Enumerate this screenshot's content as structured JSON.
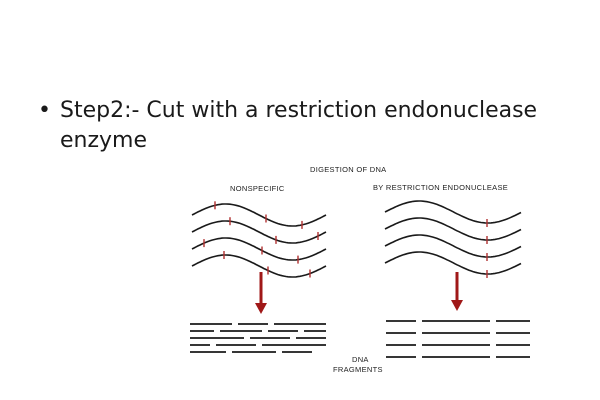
{
  "slide": {
    "bullet_symbol": "•",
    "bullet_text": "Step2:- Cut with a restriction endonuclease enzyme"
  },
  "figure": {
    "title": "DIGESTION OF DNA",
    "left_panel_label": "NONSPECIFIC",
    "right_panel_label": "BY RESTRICTION ENDONUCLEASE",
    "bottom_label_line1": "DNA",
    "bottom_label_line2": "FRAGMENTS",
    "colors": {
      "strand": "#1a1a1a",
      "cut_mark": "#b03030",
      "arrow": "#a01818"
    }
  }
}
